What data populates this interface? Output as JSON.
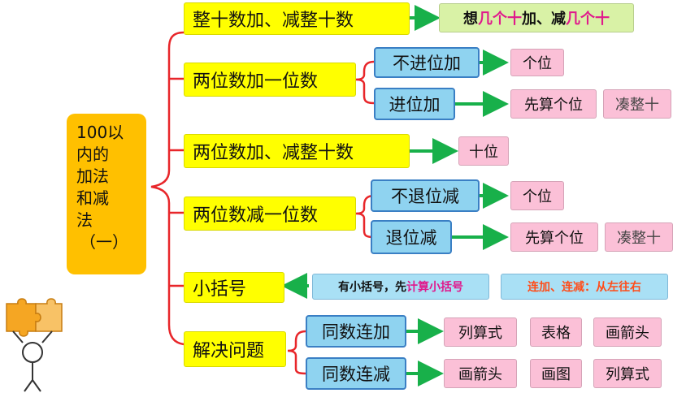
{
  "root": {
    "lines": [
      "100以",
      "内的",
      "加法",
      "和减",
      "法",
      "（一）"
    ]
  },
  "branches": [
    {
      "label": "整十数加、减整十数",
      "tip_pre": "想",
      "tip_a": "几个十",
      "tip_mid": "加、减",
      "tip_b": "几个十"
    },
    {
      "label": "两位数加一位数",
      "sub": [
        {
          "label": "不进位加",
          "results": [
            "个位"
          ]
        },
        {
          "label": "进位加",
          "results": [
            "先算个位",
            "凑整十"
          ]
        }
      ]
    },
    {
      "label": "两位数加、减整十数",
      "results": [
        "十位"
      ]
    },
    {
      "label": "两位数减一位数",
      "sub": [
        {
          "label": "不退位减",
          "results": [
            "个位"
          ]
        },
        {
          "label": "退位减",
          "results": [
            "先算个位",
            "凑整十"
          ]
        }
      ]
    },
    {
      "label": "小括号",
      "note1_pre": "有小括号，先",
      "note1_hl": "计算小括号",
      "note2": "连加、连减：从左往右"
    },
    {
      "label": "解决问题",
      "sub": [
        {
          "label": "同数连加",
          "results": [
            "列算式",
            "表格",
            "画箭头"
          ]
        },
        {
          "label": "同数连减",
          "results": [
            "画箭头",
            "画图",
            "列算式"
          ]
        }
      ]
    }
  ],
  "colors": {
    "branch": "#ffff00",
    "sub": "#8fd3f0",
    "result": "#fbc0d7",
    "root": "#ffc000",
    "bracket": "#e8262a",
    "arrow": "#18b04a"
  }
}
